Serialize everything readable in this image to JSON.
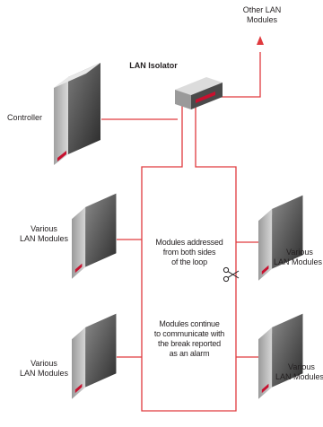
{
  "colors": {
    "loop_line": "#e03a3e",
    "device_dark": "#3d3d3d",
    "device_mid": "#7a7a7a",
    "device_light": "#bdbdbd",
    "indicator": "#c8102e",
    "text": "#231f20"
  },
  "labels": {
    "other_lan_modules_line1": "Other LAN",
    "other_lan_modules_line2": "Modules",
    "lan_isolator": "LAN Isolator",
    "controller": "Controller",
    "module_left_top_line1": "Various",
    "module_left_top_line2": "LAN Modules",
    "module_right_top_line1": "Various",
    "module_right_top_line2": "LAN Modules",
    "module_left_bottom_line1": "Various",
    "module_left_bottom_line2": "LAN Modules",
    "module_right_bottom_line1": "Various",
    "module_right_bottom_line2": "LAN Modules",
    "note_both_sides_line1": "Modules addressed",
    "note_both_sides_line2": "from both sides",
    "note_both_sides_line3": "of the loop",
    "note_continue_line1": "Modules continue",
    "note_continue_line2": "to communicate with",
    "note_continue_line3": "the break reported",
    "note_continue_line4": "as an alarm"
  },
  "icons": {
    "scissors": "scissors-icon",
    "arrow": "arrow-up-icon"
  }
}
